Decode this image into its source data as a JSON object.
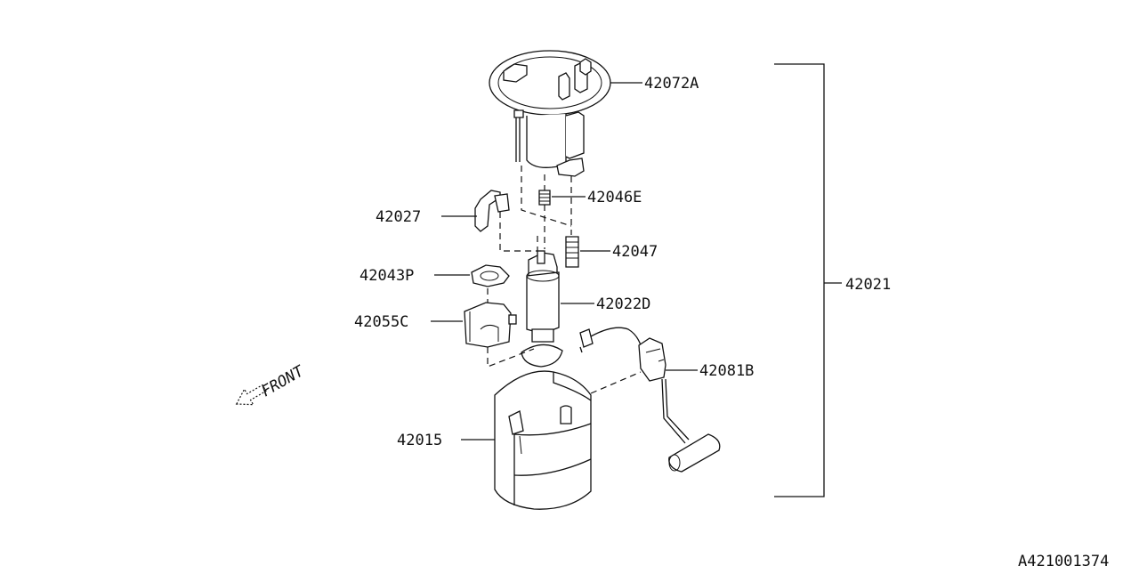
{
  "parts": {
    "p42072A": "42072A",
    "p42046E": "42046E",
    "p42027": "42027",
    "p42047": "42047",
    "p42043P": "42043P",
    "p42022D": "42022D",
    "p42055C": "42055C",
    "p42081B": "42081B",
    "p42015": "42015",
    "p42021": "42021"
  },
  "front_label": "FRONT",
  "diagram_id": "A421001374"
}
